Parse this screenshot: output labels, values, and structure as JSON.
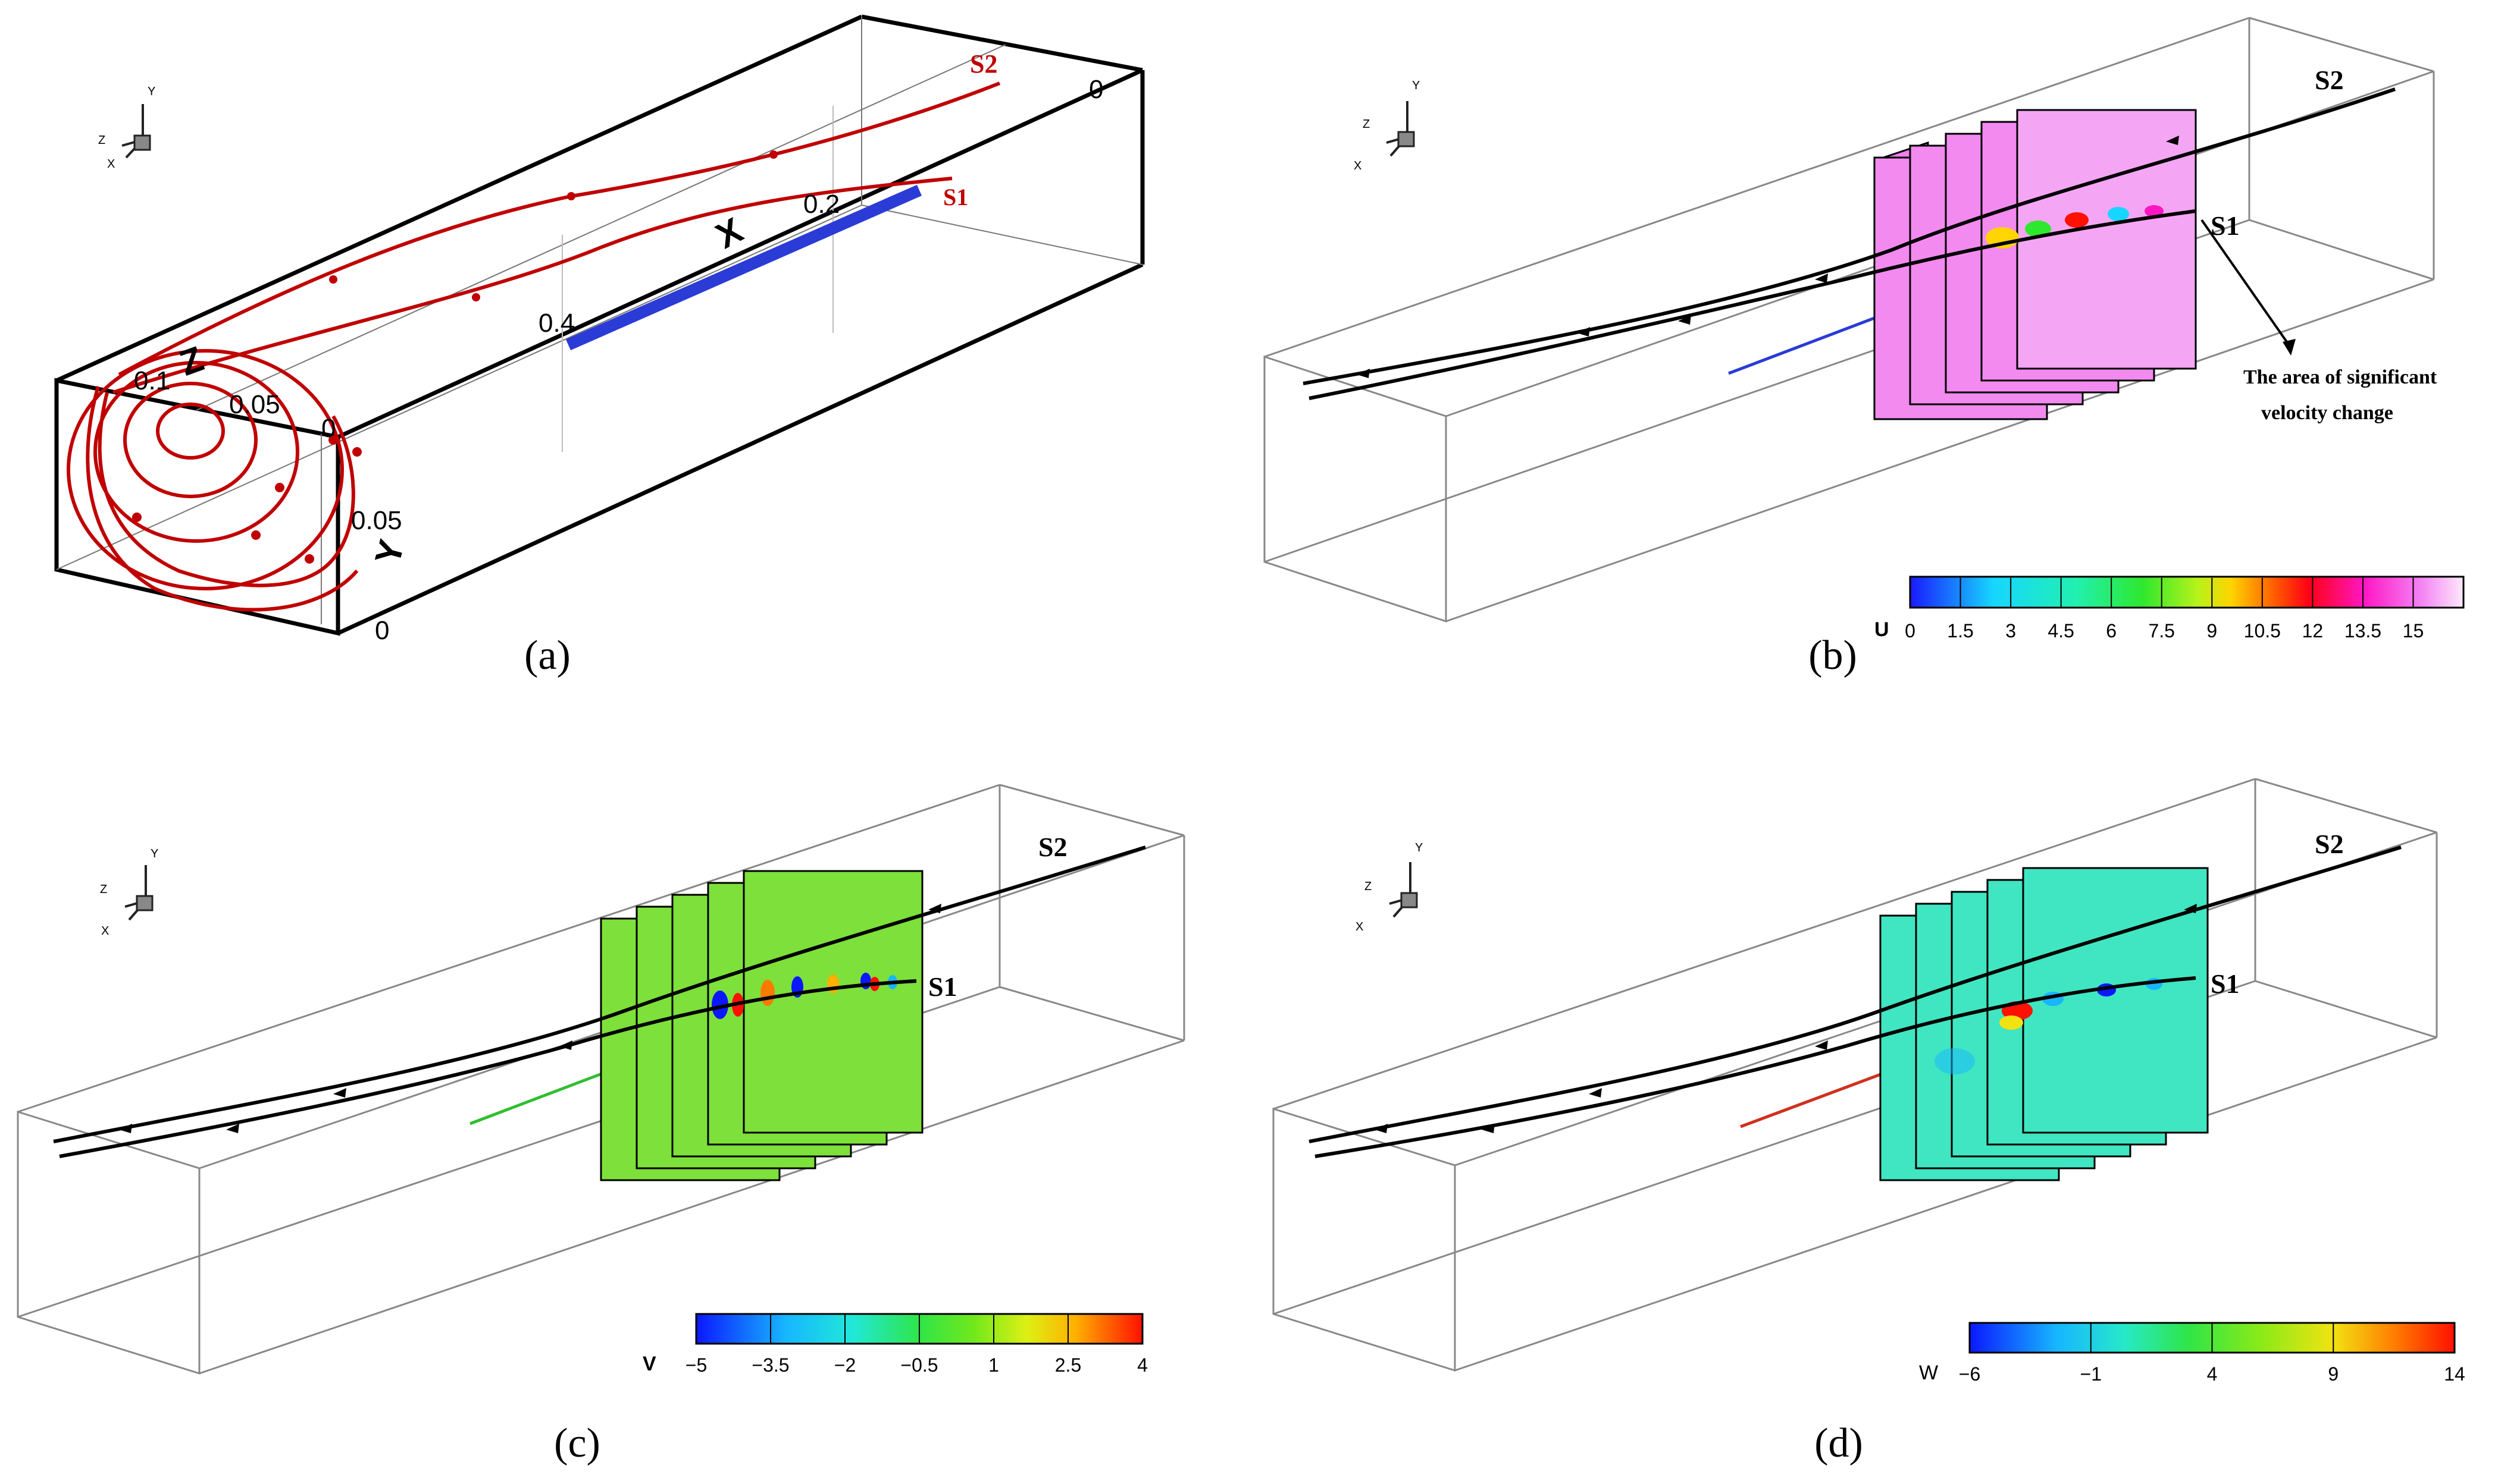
{
  "panels": [
    {
      "caption": "(a)",
      "streamline_labels": [
        "S2",
        "S1"
      ],
      "axis_titles": [
        "X",
        "Y",
        "Z"
      ],
      "x_ticks": [
        "0",
        "0.2",
        "0.4"
      ],
      "y_ticks": [
        "0",
        "0.05"
      ],
      "z_ticks": [
        "0",
        "0.05",
        "0.1"
      ],
      "streamline_color": "#c00000",
      "rod_color": "#2b3bd6"
    },
    {
      "caption": "(b)",
      "streamline_labels": [
        "S2",
        "S1"
      ],
      "annotation": [
        "The area of significant",
        "velocity change"
      ],
      "colorbar": {
        "variable": "U",
        "ticks": [
          "0",
          "1.5",
          "3",
          "4.5",
          "6",
          "7.5",
          "9",
          "10.5",
          "12",
          "13.5",
          "15"
        ],
        "range": [
          0,
          16.5
        ]
      },
      "plane_color": "#f27ef0"
    },
    {
      "caption": "(c)",
      "streamline_labels": [
        "S2",
        "S1"
      ],
      "colorbar": {
        "variable": "V",
        "ticks": [
          "−5",
          "−3.5",
          "−2",
          "−0.5",
          "1",
          "2.5",
          "4"
        ],
        "range": [
          -5,
          4
        ]
      },
      "plane_color": "#7ee03a"
    },
    {
      "caption": "(d)",
      "streamline_labels": [
        "S2",
        "S1"
      ],
      "colorbar": {
        "variable": "W",
        "ticks": [
          "−6",
          "−1",
          "4",
          "9",
          "14"
        ],
        "range": [
          -6,
          14
        ]
      },
      "plane_color": "#3fe6c1"
    }
  ],
  "triad_labels": [
    "Y",
    "Z",
    "X"
  ],
  "streamline_color_bcd": "#000000"
}
